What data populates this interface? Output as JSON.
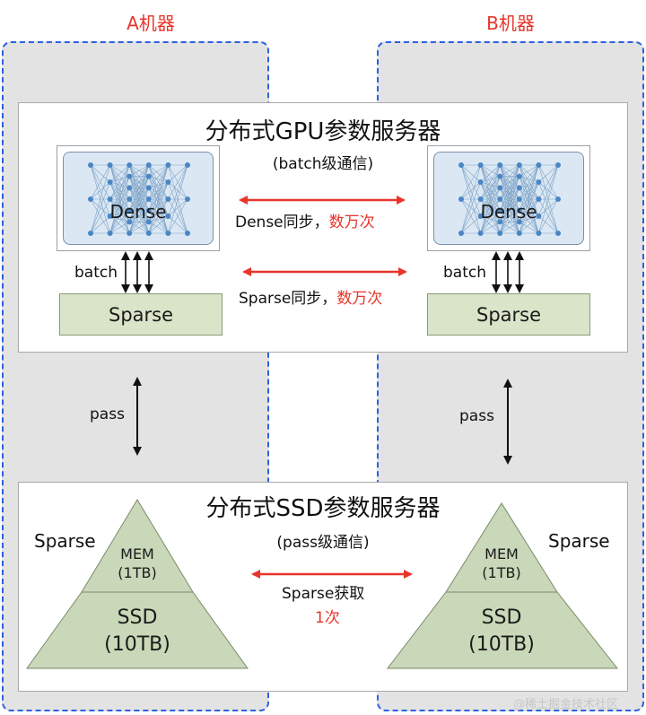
{
  "machines": {
    "a_label": "A机器",
    "b_label": "B机器"
  },
  "gpu_server": {
    "title": "分布式GPU参数服务器",
    "subtitle": "(batch级通信)",
    "dense_label": "Dense",
    "sparse_label": "Sparse",
    "batch_label": "batch",
    "dense_sync_text": "Dense同步，",
    "dense_sync_count": "数万次",
    "sparse_sync_text": "Sparse同步，",
    "sparse_sync_count": "数万次"
  },
  "pass_label": "pass",
  "ssd_server": {
    "title": "分布式SSD参数服务器",
    "subtitle": "(pass级通信)",
    "side_label": "Sparse",
    "mem_label": "MEM",
    "mem_size": "(1TB)",
    "ssd_label": "SSD",
    "ssd_size": "(10TB)",
    "fetch_text": "Sparse获取",
    "fetch_count": "1次"
  },
  "watermark": "@稀土掘金技术社区",
  "colors": {
    "dashed_border": "#2d5fe0",
    "highlight_red": "#e8342a",
    "machine_bg": "#e3e3e3",
    "sparse_green": "#d9e4c8",
    "pyramid_green": "#c9d8b8",
    "dense_blue": "#dbe8f4"
  }
}
